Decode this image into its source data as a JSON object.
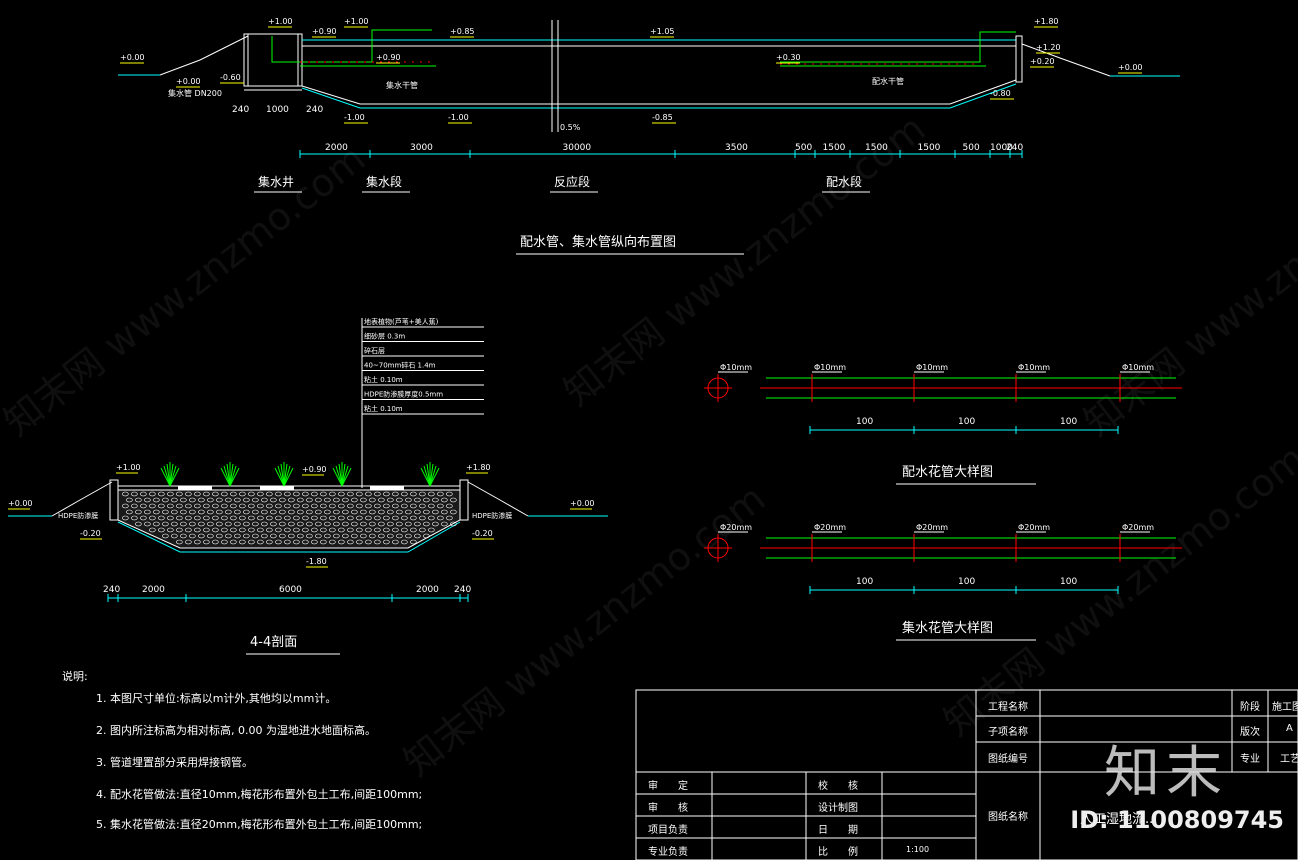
{
  "top_drawing": {
    "title": "配水管、集水管纵向布置图",
    "section_labels": [
      "集水井",
      "集水段",
      "反应段",
      "配水段"
    ],
    "dimensions": [
      "2000",
      "3000",
      "30000",
      "3500",
      "500",
      "1500",
      "1500",
      "1500",
      "500",
      "1000",
      "240"
    ],
    "well_dims": [
      "240",
      "1000",
      "240"
    ],
    "elevations": [
      "+0.00",
      "+1.00",
      "+0.90",
      "+1.00",
      "+0.90",
      "+0.85",
      "+1.05",
      "+1.80",
      "+0.30",
      "+1.20",
      "+0.20",
      "+0.00",
      "-0.60",
      "-1.00",
      "-1.00",
      "-0.85",
      "-0.80",
      "+0.00"
    ],
    "pipe_labels": [
      "集水干管",
      "配水干管",
      "集水管 DN200"
    ],
    "slope": "0.5%"
  },
  "section_4_4": {
    "title": "4-4剖面",
    "layers": [
      "地表植物(芦苇+美人蕉)",
      "细砂层 0.3m",
      "碎石层",
      "40~70mm碎石 1.4m",
      "粘土 0.10m",
      "HDPE防渗膜厚度0.5mm",
      "粘土 0.10m"
    ],
    "elevations": [
      "+1.00",
      "+0.90",
      "+1.80",
      "+0.00",
      "+0.00",
      "-0.20",
      "-0.20",
      "-1.80"
    ],
    "liner_labels": [
      "HDPE防渗膜",
      "HDPE防渗膜"
    ],
    "dimensions": [
      "240",
      "2000",
      "6000",
      "2000",
      "240"
    ]
  },
  "distribution_pipe": {
    "title": "配水花管大样图",
    "hole_labels": [
      "Φ10mm",
      "Φ10mm",
      "Φ10mm",
      "Φ10mm",
      "Φ10mm"
    ],
    "spacing": [
      "100",
      "100",
      "100"
    ]
  },
  "collection_pipe": {
    "title": "集水花管大样图",
    "hole_labels": [
      "Φ20mm",
      "Φ20mm",
      "Φ20mm",
      "Φ20mm",
      "Φ20mm"
    ],
    "spacing": [
      "100",
      "100",
      "100"
    ]
  },
  "notes": {
    "heading": "说明:",
    "items": [
      "1. 本图尺寸单位:标高以m计外,其他均以mm计。",
      "2. 图内所注标高为相对标高, 0.00 为湿地进水地面标高。",
      "3. 管道埋置部分采用焊接钢管。",
      "4. 配水花管做法:直径10mm,梅花形布置外包土工布,间距100mm;",
      "5. 集水花管做法:直径20mm,梅花形布置外包土工布,间距100mm;"
    ]
  },
  "title_block": {
    "project_name_label": "工程名称",
    "subproject_label": "子项名称",
    "drawing_no_label": "图纸编号",
    "drawing_name_label": "图纸名称",
    "drawing_name_value": "人工湿地流...",
    "stage_label": "阶段",
    "stage_value": "施工图",
    "version_label": "版次",
    "version_value": "A",
    "discipline_label": "专业",
    "discipline_value": "工艺",
    "rows_left": [
      "审　　定",
      "审　　核",
      "项目负责",
      "专业负责"
    ],
    "rows_right": [
      "校　　核",
      "设计制图",
      "日　　期",
      "比　　例"
    ],
    "scale_value": "1:100"
  },
  "branding": {
    "logo": "知末",
    "id": "ID: 1100809745",
    "watermark": "知末网 www.znzmo.com"
  },
  "colors": {
    "background": "#000000",
    "line": "#ffffff",
    "cyan": "#00ffff",
    "green": "#00ff00",
    "red": "#ff0000",
    "yellow": "#ffff00",
    "magenta": "#ff00ff"
  }
}
